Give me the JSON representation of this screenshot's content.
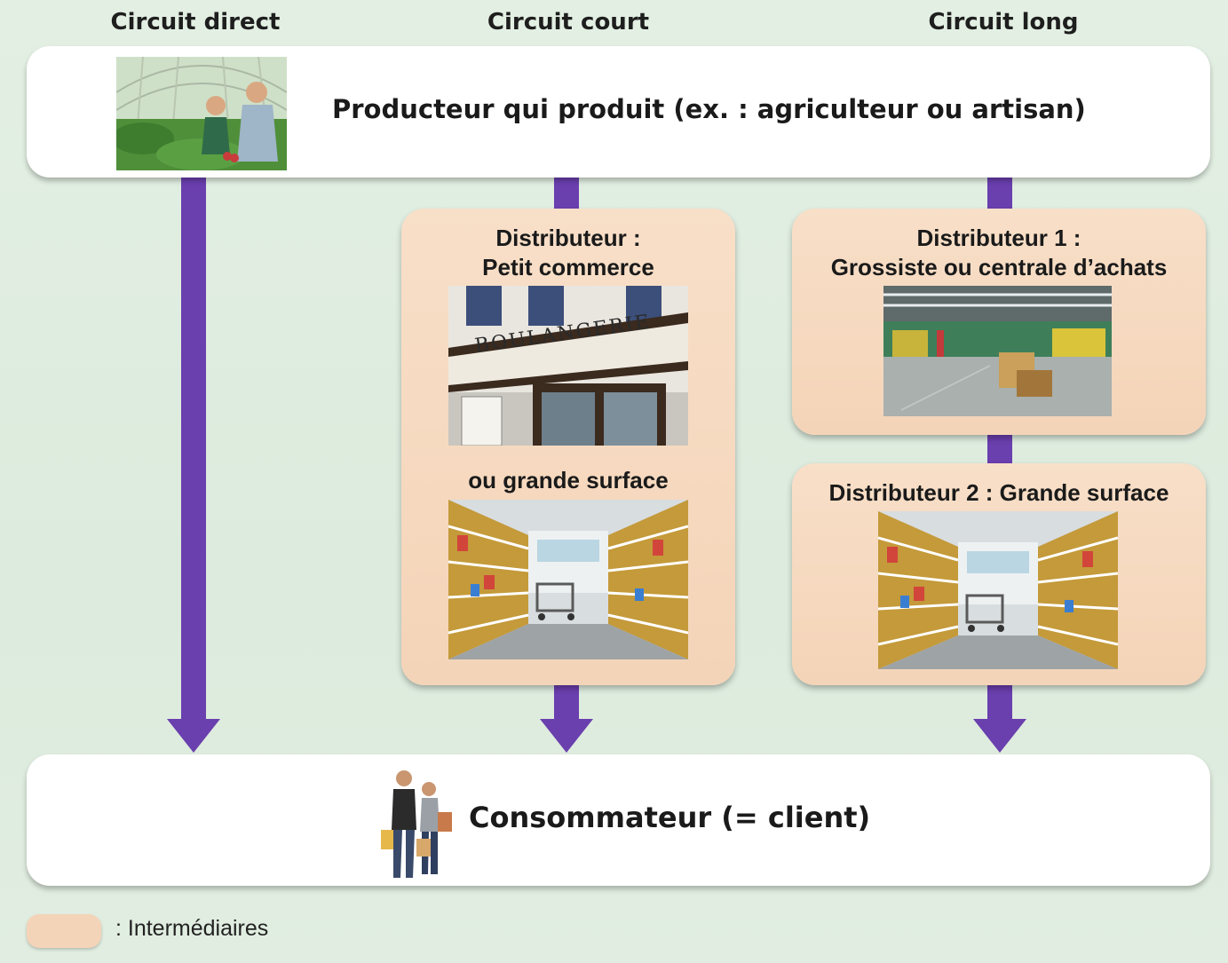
{
  "columns": {
    "direct": "Circuit direct",
    "court": "Circuit court",
    "long": "Circuit long"
  },
  "producer": {
    "label": "Producteur qui produit (ex. : agriculteur ou artisan)"
  },
  "court_box": {
    "title_line1": "Distributeur :",
    "title_line2": "Petit commerce",
    "shop_sign": "BOULANGERIE",
    "alt_label": "ou grande surface"
  },
  "long_box1": {
    "title_line1": "Distributeur 1 :",
    "title_line2": "Grossiste ou centrale d’achats"
  },
  "long_box2": {
    "title": "Distributeur 2 :  Grande surface"
  },
  "consumer": {
    "label": "Consommateur (= client)"
  },
  "legend": {
    "label": ": Intermédiaires"
  },
  "colors": {
    "arrow": "#6a3fae",
    "intermediary": "#f4d4b8"
  }
}
